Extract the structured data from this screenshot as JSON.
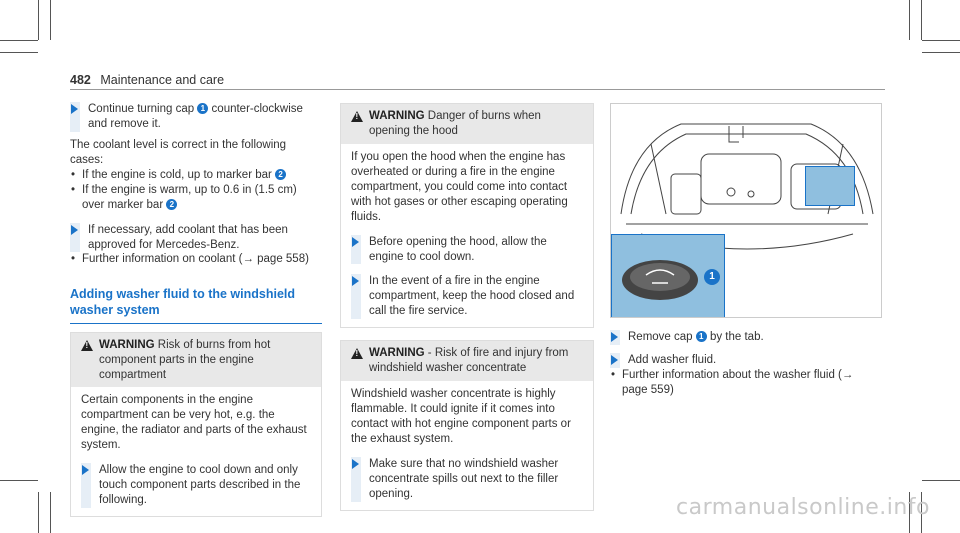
{
  "header": {
    "page_number": "482",
    "title": "Maintenance and care"
  },
  "col1": {
    "step1_text": "Continue turning cap",
    "step1_badge": "1",
    "step1_text2": "counter-clockwise and remove it.",
    "intro": "The coolant level is correct in the following cases:",
    "bullet1_text": "If the engine is cold, up to marker bar",
    "bullet1_badge": "2",
    "bullet2_text": "If the engine is warm, up to 0.6 in (1.5 cm) over marker bar",
    "bullet2_badge": "2",
    "step2_text": "If necessary, add coolant that has been approved for Mercedes-Benz.",
    "bullet3_text": "Further information on coolant (→ page 558)",
    "section_title": "Adding washer fluid to the windshield washer system",
    "warning_label": "WARNING",
    "warning_head": "Risk of burns from hot component parts in the engine compartment",
    "warning_body": "Certain components in the engine compartment can be very hot, e.g. the engine, the radiator and parts of the exhaust system.",
    "warning_step": "Allow the engine to cool down and only touch component parts described in the following."
  },
  "col2": {
    "warn1_label": "WARNING",
    "warn1_head": "Danger of burns when opening the hood",
    "warn1_body": "If you open the hood when the engine has overheated or during a fire in the engine compartment, you could come into contact with hot gases or other escaping operating fluids.",
    "warn1_step1": "Before opening the hood, allow the engine to cool down.",
    "warn1_step2": "In the event of a fire in the engine compartment, keep the hood closed and call the fire service.",
    "warn2_label": "WARNING",
    "warn2_head": "- Risk of fire and injury from windshield washer concentrate",
    "warn2_body": "Windshield washer concentrate is highly flammable. It could ignite if it comes into contact with hot engine component parts or the exhaust system.",
    "warn2_step": "Make sure that no windshield washer concentrate spills out next to the filler opening."
  },
  "col3": {
    "figure_badge": "1",
    "step1_text": "Remove cap",
    "step1_badge": "1",
    "step1_text2": "by the tab.",
    "step2_text": "Add washer fluid.",
    "bullet_text": "Further information about the washer fluid (→ page 559)"
  },
  "watermark": "carmanualsonline.info",
  "colors": {
    "accent": "#1a73c8",
    "warning_bg": "#e8e8e8",
    "step_bar": "#e6eef6",
    "figure_highlight": "#8fbfdf"
  }
}
